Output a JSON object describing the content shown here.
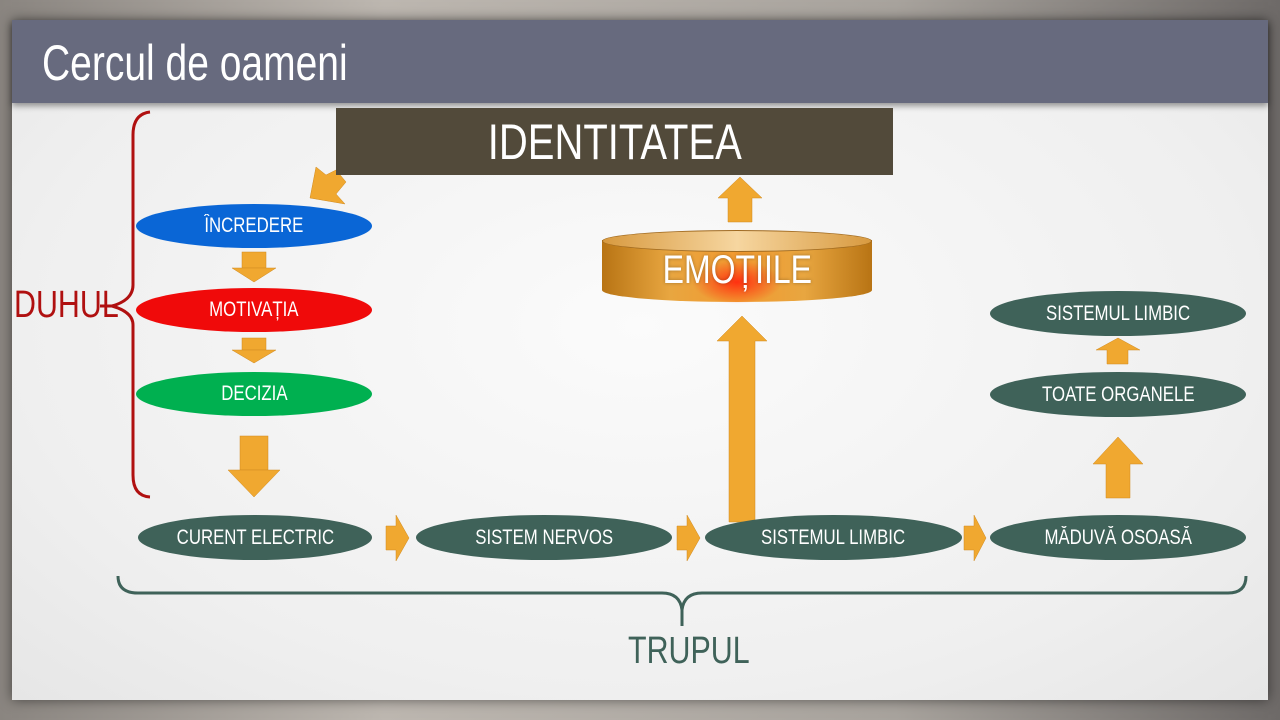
{
  "title": "Cercul de oameni",
  "identity": "IDENTITATEA",
  "emotions": "EMOȚIILE",
  "spirit": {
    "label": "DUHUL",
    "items": [
      "ÎNCREDERE",
      "MOTIVAȚIA",
      "DECIZIA"
    ]
  },
  "body": {
    "label": "TRUPUL",
    "row": [
      "CURENT ELECTRIC",
      "SISTEM NERVOS",
      "SISTEMUL LIMBIC",
      "MĂDUVĂ OSOASĂ"
    ],
    "column": [
      "TOATE ORGANELE",
      "SISTEMUL LIMBIC"
    ]
  },
  "colors": {
    "header": "#676a7e",
    "identity": "#524a3a",
    "arrow": "#f0a830",
    "node": "#3f6259",
    "incredere": "#0a66d6",
    "motivatia": "#f00a0a",
    "decizia": "#00b050",
    "duhul": "#b01010"
  }
}
